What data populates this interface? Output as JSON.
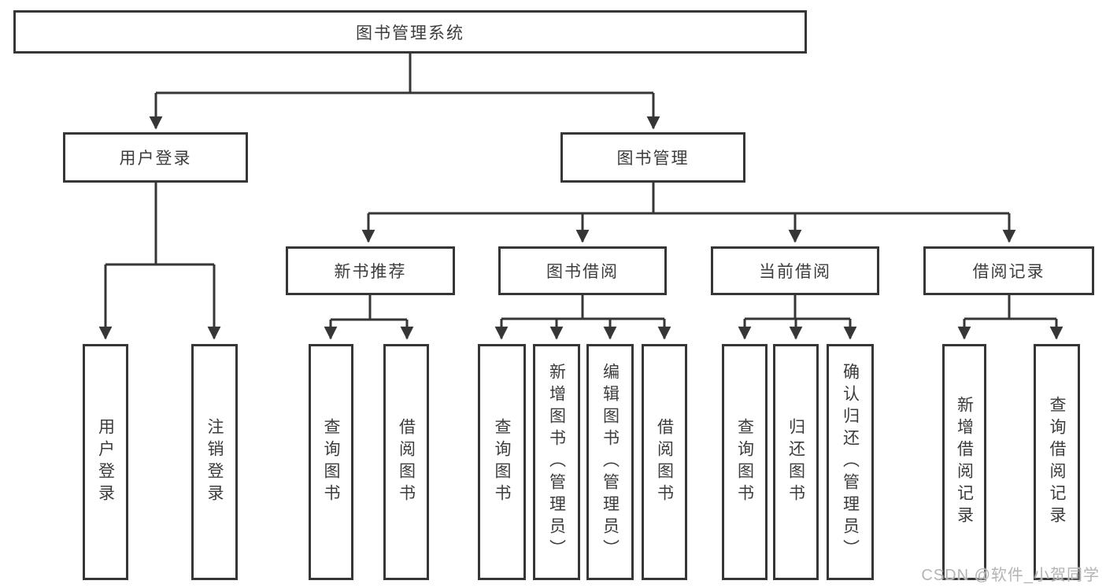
{
  "tree": {
    "root": "图书管理系统",
    "branches": [
      "用户登录",
      "图书管理"
    ],
    "modules": [
      "新书推荐",
      "图书借阅",
      "当前借阅",
      "借阅记录"
    ],
    "leaves": [
      "用户登录",
      "注销登录",
      "查询图书",
      "借阅图书",
      "查询图书",
      "新增图书（管理员）",
      "编辑图书（管理员）",
      "借阅图书",
      "查询图书",
      "归还图书",
      "确认归还（管理员）",
      "新增借阅记录",
      "查询借阅记录"
    ]
  },
  "watermark": "CSDN @软件_小贺同学",
  "colors": {
    "line": "#363636",
    "text": "#3c3c3c",
    "background": "#ffffff",
    "watermark": "#b4b4b4"
  }
}
